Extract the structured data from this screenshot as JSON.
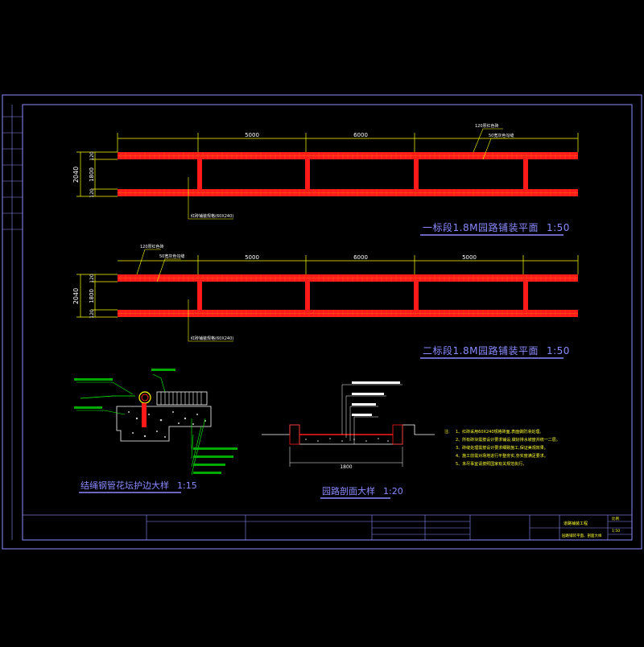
{
  "plan1": {
    "dims_top": [
      "5000",
      "6000"
    ],
    "dims_left": [
      "120",
      "1800",
      "120"
    ],
    "total_height": "2040",
    "note_top_a": "120厚红色砖",
    "note_top_b": "50宽灰色勾缝",
    "note_bottom": "红砖铺装规格(60X240)",
    "title": "一标段1.8M园路铺装平面",
    "scale": "1:50"
  },
  "plan2": {
    "dims_top": [
      "5000",
      "6000",
      "5000"
    ],
    "dims_left": [
      "120",
      "1800",
      "120"
    ],
    "total_height": "2040",
    "note_top_a": "120厚红色砖",
    "note_top_b": "50宽灰色勾缝",
    "note_bottom": "红砖铺装规格(60X240)",
    "title": "二标段1.8M园路铺装平面",
    "scale": "1:50"
  },
  "detail_left": {
    "title": "结绳钢管花坛护边大样",
    "scale": "1:15"
  },
  "detail_mid": {
    "title": "园路剖面大样",
    "scale": "1:20",
    "dim_bottom": "1800"
  },
  "notes": {
    "head": "注:",
    "items": [
      "1、红砖采用60X240规格砖面,表面做防滑处理。",
      "2、所有砖块需按设计要求铺设,做好排水坡度并统一二层。",
      "3、砖缝处理需按设计要求细致施工,保证美观效果。",
      "4、施工前需对场地进行平整夯实,夯实度满足要求。",
      "5、未尽事宜请按照国家有关规范执行。"
    ]
  },
  "title_block": {
    "project": "道路铺装工程",
    "drawing": "园路铺装平面、剖面大样",
    "scale_label": "比例",
    "scale_value": "1:50"
  },
  "colors": {
    "frame": "#8c8cff",
    "brick": "#ff1a1a",
    "dim": "#ffff00",
    "leader": "#ffff00",
    "title": "#8a8aff",
    "notes": "#ffff33",
    "detail": "#ffffff",
    "green": "#00ff00"
  }
}
